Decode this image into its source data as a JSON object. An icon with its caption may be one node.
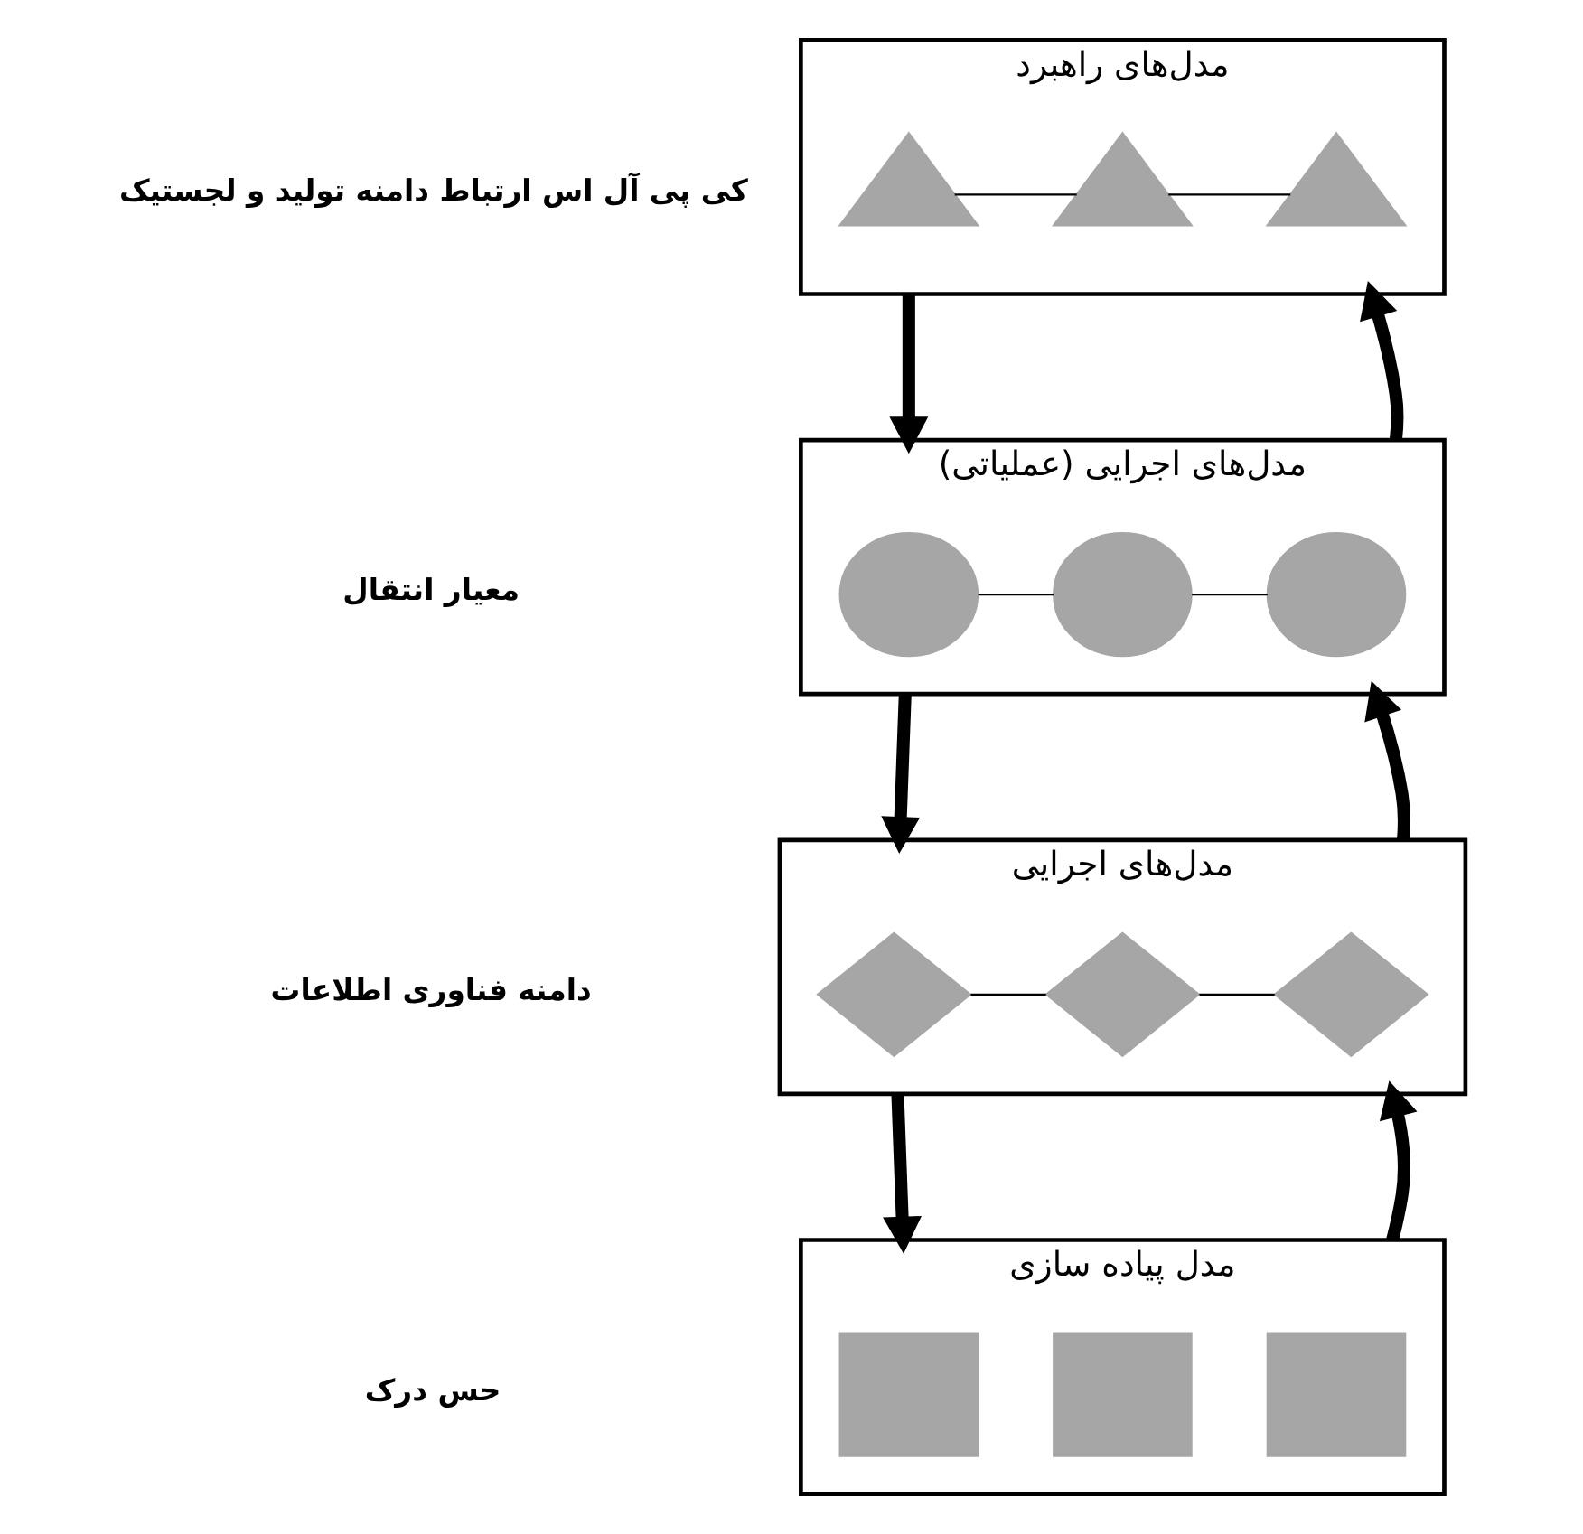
{
  "diagram": {
    "nodes": [
      {
        "text": [
          "مدل‌های راهبرد"
        ]
      },
      {
        "text": [],
        "shape": "triangle",
        "in": 0
      },
      {
        "text": [],
        "shape": "triangle",
        "in": 0
      },
      {
        "text": [],
        "shape": "triangle",
        "in": 0
      },
      {
        "text": [
          "مدل‌های اجرایی (عملیاتی)"
        ]
      },
      {
        "text": [],
        "shape": "ellipse",
        "in": 4
      },
      {
        "text": [],
        "shape": "ellipse",
        "in": 4
      },
      {
        "text": [],
        "shape": "ellipse",
        "in": 4
      },
      {
        "text": [
          "مدل‌های اجرایی"
        ]
      },
      {
        "text": [],
        "shape": "diamond",
        "in": 8
      },
      {
        "text": [],
        "shape": "diamond",
        "in": 8
      },
      {
        "text": [],
        "shape": "diamond",
        "in": 8
      },
      {
        "text": [
          "مدل پیاده سازی"
        ]
      },
      {
        "text": [],
        "shape": "box",
        "in": 12
      },
      {
        "text": [],
        "shape": "box",
        "in": 12
      },
      {
        "text": [],
        "shape": "box",
        "in": 12
      }
    ],
    "edges": [
      {
        "from": 1,
        "to": 2,
        "arrow": "none"
      },
      {
        "from": 2,
        "to": 3,
        "arrow": "none"
      },
      {
        "from": 5,
        "to": 6,
        "arrow": "none"
      },
      {
        "from": 6,
        "to": 7,
        "arrow": "none"
      },
      {
        "from": 9,
        "to": 10,
        "arrow": "none"
      },
      {
        "from": 10,
        "to": 11,
        "arrow": "none"
      },
      {
        "from": 0,
        "to": 4,
        "arrow": "to",
        "style": "thick"
      },
      {
        "from": 4,
        "to": 0,
        "arrow": "to",
        "style": "thick"
      },
      {
        "from": 4,
        "to": 8,
        "arrow": "to",
        "style": "thick"
      },
      {
        "from": 8,
        "to": 4,
        "arrow": "to",
        "style": "thick"
      },
      {
        "from": 8,
        "to": 12,
        "arrow": "to",
        "style": "thick"
      },
      {
        "from": 12,
        "to": 8,
        "arrow": "to",
        "style": "thick"
      }
    ],
    "labels": [
      "کی پی آل اس ارتباط دامنه تولید و لجستیک",
      "معیار انتقال",
      "دامنه فناوری اطلاعات",
      "حس درک"
    ]
  }
}
